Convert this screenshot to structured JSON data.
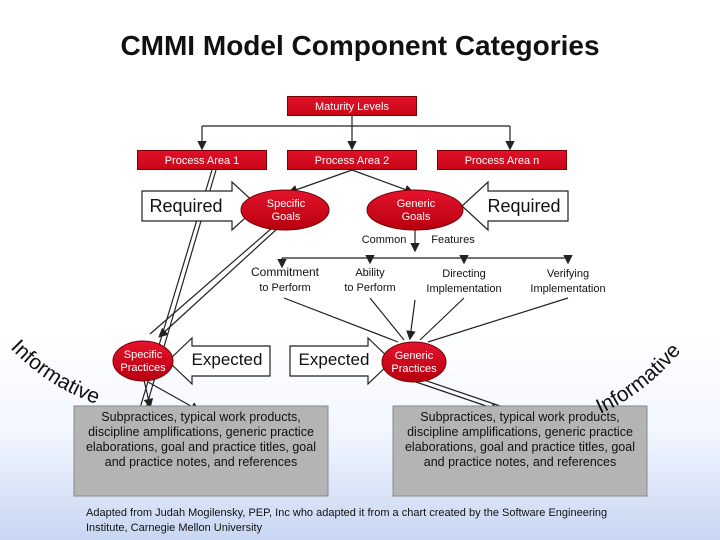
{
  "title": "CMMI Model Component Categories",
  "maturity_levels": "Maturity Levels",
  "process_areas": [
    "Process Area 1",
    "Process Area 2",
    "Process Area n"
  ],
  "specific_goals": "Specific Goals",
  "generic_goals": "Generic Goals",
  "required_left": "Required",
  "required_right": "Required",
  "common_features": {
    "common": "Common",
    "features": "Features"
  },
  "features": [
    {
      "line1": "Commitment",
      "line2": "to Perform"
    },
    {
      "line1": "Ability",
      "line2": "to Perform"
    },
    {
      "line1": "Directing",
      "line2": "Implementation"
    },
    {
      "line1": "Verifying",
      "line2": "Implementation"
    }
  ],
  "specific_practices": "Specific Practices",
  "generic_practices": "Generic Practices",
  "expected_left": "Expected",
  "expected_right": "Expected",
  "informative_left": "Informative",
  "informative_right": "Informative",
  "info_box_left": "Subpractices, typical work products, discipline amplifications, generic practice elaborations, goal and practice titles, goal and practice notes, and references",
  "info_box_right": "Subpractices, typical work products, discipline amplifications, generic practice elaborations, goal and practice titles, goal and practice notes, and references",
  "footer": "Adapted from Judah Mogilensky, PEP, Inc who adapted it from a chart created by the Software Engineering Institute, Carnegie Mellon University",
  "colors": {
    "red": "#d40a1e",
    "grey": "#b4b4b4",
    "arrow": "#222222"
  }
}
